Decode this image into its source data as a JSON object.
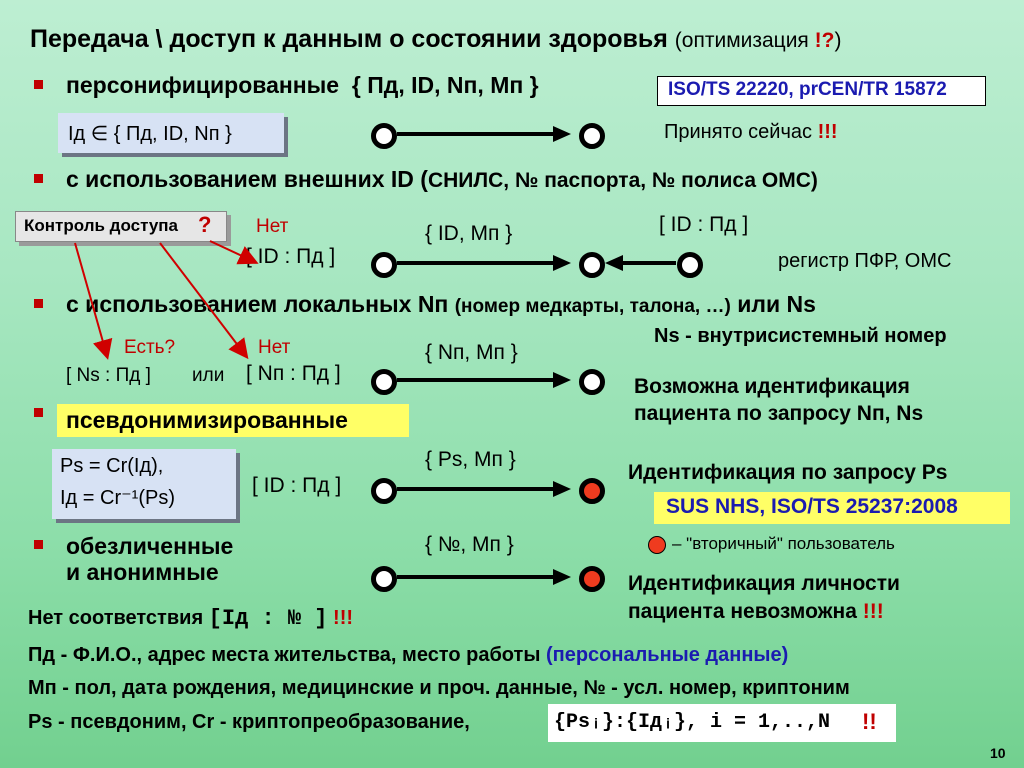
{
  "title": {
    "main": "Передача \\ доступ к данным о состоянии здоровья",
    "paren_open": "(оптимизация ",
    "emph": "!?",
    "paren_close": ")"
  },
  "bullets": {
    "personified": "персонифицированные",
    "personified_set": "{ Пд, ID, Nп, Мп }",
    "external": "с использованием внешних ID (",
    "external_detail": "СНИЛС, № паспорта, № полиса ОМС)",
    "local": "с использованием локальных Nп",
    "local_detail": "(номер медкарты, талона, …)",
    "local_tail": "или Ns",
    "pseudo": "псевдонимизированные",
    "anon_line1": "обезличенные",
    "anon_line2": "и анонимные"
  },
  "standards": {
    "iso_22220": "ISO/TS 22220, prCEN/TR 15872",
    "sus": "SUS NHS, ISO/TS 25237:2008"
  },
  "row1": {
    "id_set": "Iд ∈ { Пд, ID, Nп }",
    "accepted": "Принято сейчас ",
    "accepted_emph": "!!!"
  },
  "row2": {
    "access_control": "Контроль доступа ",
    "access_q": "?",
    "no": "Нет",
    "left_pair": "[ ID : Пд ]",
    "mid_set": "{ ID, Мп }",
    "right_pair": "[ ID : Пд ]",
    "registry": "регистр ПФР, ОМС"
  },
  "row3": {
    "ns_def": "Ns - внутрисистемный номер",
    "yes_q": "Есть?",
    "no": "Нет",
    "ns_pair": "[ Ns : Пд ]",
    "or": "или",
    "np_pair": "[ Nп : Пд ]",
    "mid_set": "{ Nп, Мп }",
    "possible_1": "Возможна идентификация",
    "possible_2": "пациента по запросу Nп, Ns"
  },
  "row4": {
    "ps_line1": "Ps = Cr(Iд),",
    "ps_line2": "Iд = Cr⁻¹(Ps)",
    "pair": "[ ID : Пд ]",
    "mid_set": "{ Ps, Мп }",
    "ident_request": "Идентификация по запросу Ps"
  },
  "row5": {
    "mid_set": "{ №, Мп }",
    "secondary_user": "– \"вторичный\" пользователь",
    "impossible_1": "Идентификация личности",
    "impossible_2": "пациента невозможна ",
    "impossible_emph": "!!!"
  },
  "footer": {
    "no_match": "Нет соответствия ",
    "no_match_pair": "[Iд : № ]",
    "no_match_emph": " !!!",
    "pd_def": "Пд - Ф.И.О., адрес места жительства, место работы ",
    "pd_paren": "(персональные данные)",
    "mp_def": "Мп - пол, дата рождения, медицинские и проч. данные, № - усл. номер, криптоним",
    "ps_def": "Ps - псевдоним, Cr - криптопреобразование,",
    "ps_set": "{Psᵢ}:{Iдᵢ}, i = 1,..,N",
    "ps_emph": " !!"
  },
  "page_number": "10",
  "colors": {
    "accent_red": "#c00000",
    "node_red": "#ef3b1f",
    "highlight_yellow": "#ffff66",
    "box_blue": "#d7e2f4"
  }
}
